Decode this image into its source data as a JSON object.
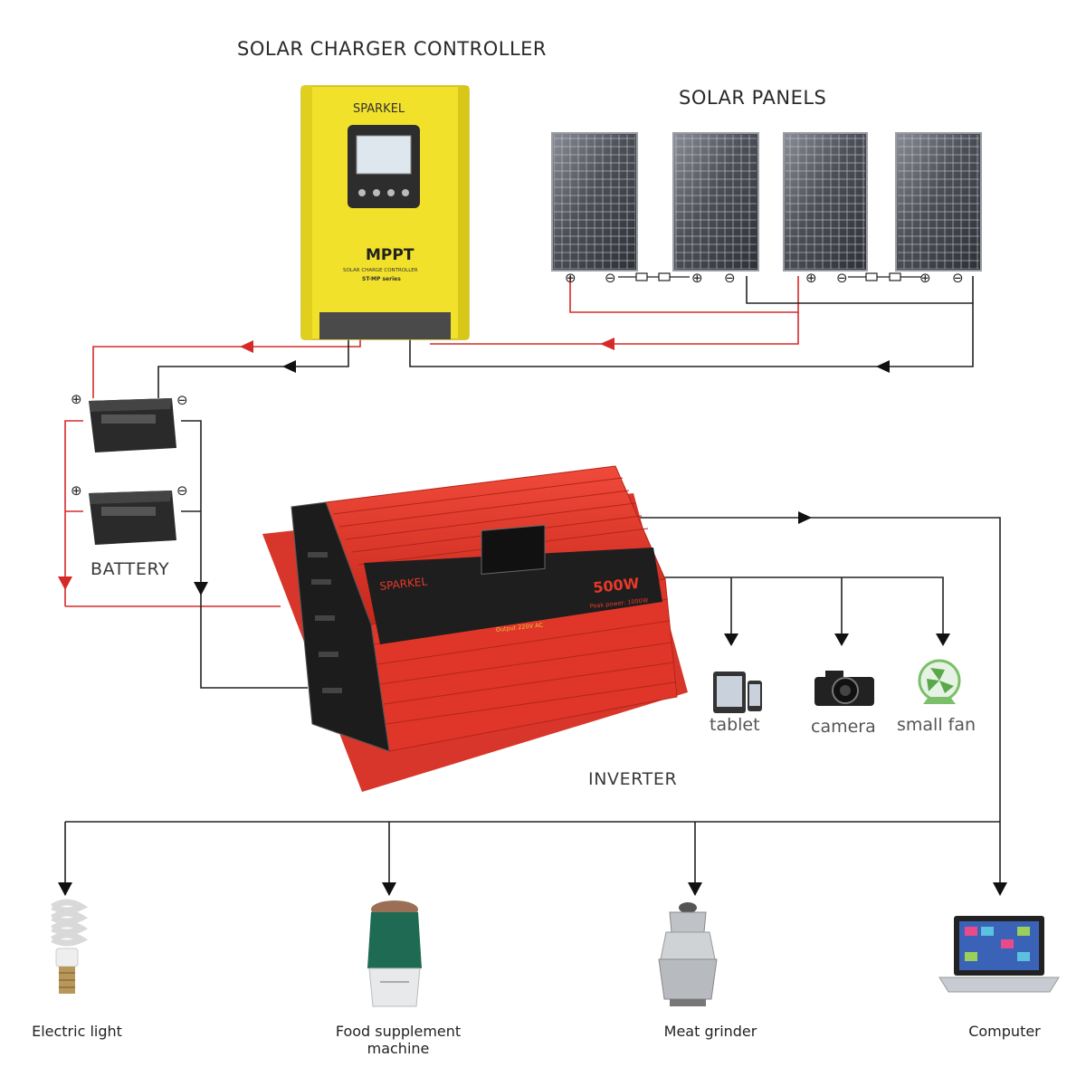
{
  "labels": {
    "controller_title": "SOLAR CHARGER CONTROLLER",
    "panels_title": "SOLAR PANELS",
    "battery": "BATTERY",
    "inverter": "INVERTER"
  },
  "controller": {
    "brand": "SPARKEL",
    "model": "MPPT",
    "subtitle": "SOLAR CHARGE CONTROLLER",
    "series": "ST-MP series"
  },
  "inverter_unit": {
    "brand": "SPARKEL",
    "rating": "500W",
    "peak": "Peak power: 1000W",
    "output": "Output 220V AC"
  },
  "small_devices": [
    {
      "label": "tablet",
      "icon": "tablet-icon"
    },
    {
      "label": "camera",
      "icon": "camera-icon"
    },
    {
      "label": "small fan",
      "icon": "fan-icon"
    }
  ],
  "appliances": [
    {
      "label": "Electric light",
      "icon": "light-bulb-icon"
    },
    {
      "label": "Food supplement\nmachine",
      "icon": "food-machine-icon"
    },
    {
      "label": "Meat grinder",
      "icon": "meat-grinder-icon"
    },
    {
      "label": "Computer",
      "icon": "laptop-icon"
    }
  ],
  "terminals": {
    "positive": "⊕",
    "negative": "⊖"
  },
  "colors": {
    "controller_body": "#f2e12a",
    "inverter_body": "#e8382a",
    "positive_wire": "#d62a2a",
    "negative_wire": "#222222",
    "panel_cell": "#4a4d55"
  }
}
